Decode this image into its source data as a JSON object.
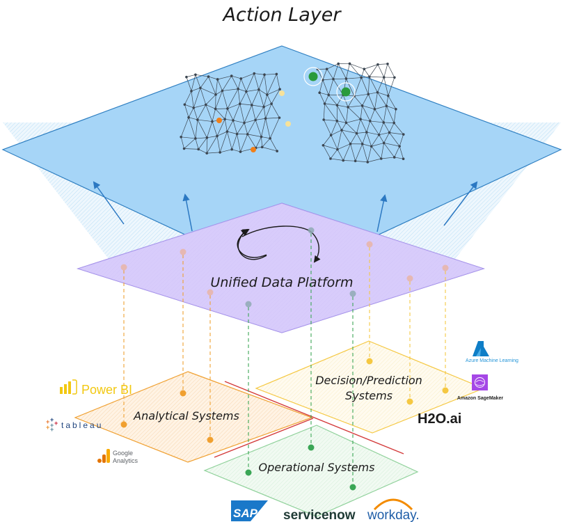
{
  "diagram": {
    "title": "Action Layer",
    "platform_label": "Unified Data Platform",
    "systems": {
      "analytical": {
        "label": "Analytical Systems",
        "color": "#f0a030"
      },
      "decision": {
        "label_line1": "Decision/Prediction",
        "label_line2": "Systems",
        "color": "#f5c842"
      },
      "operational": {
        "label": "Operational Systems",
        "color": "#3aa655"
      }
    },
    "tools": {
      "analytical": [
        {
          "name": "Power BI",
          "icon": "power-bi-icon"
        },
        {
          "name": "tableau",
          "icon": "tableau-icon"
        },
        {
          "name_line1": "Google",
          "name_line2": "Analytics",
          "icon": "google-analytics-icon"
        }
      ],
      "decision": [
        {
          "name": "Azure Machine Learning",
          "icon": "azure-ml-icon"
        },
        {
          "name": "Amazon SageMaker",
          "icon": "sagemaker-icon"
        },
        {
          "name": "H2O.ai",
          "icon": "h2o-logo"
        }
      ],
      "operational": [
        {
          "name": "SAP",
          "icon": "sap-logo"
        },
        {
          "name": "servicenow",
          "icon": "servicenow-logo"
        },
        {
          "name": "workday.",
          "icon": "workday-logo"
        }
      ]
    },
    "colors": {
      "action_layer": "#a6d5f7",
      "action_layer_stroke": "#2f7fc1",
      "platform": "#d9cffa",
      "platform_stroke": "#9b87e6",
      "arrow": "#2b78c2",
      "network_node": "#3b4550",
      "highlight_green": "#2a9a3c",
      "highlight_orange": "#f07f1a",
      "highlight_yellow": "#f7e29a",
      "divider_red": "#d33b3b"
    }
  }
}
